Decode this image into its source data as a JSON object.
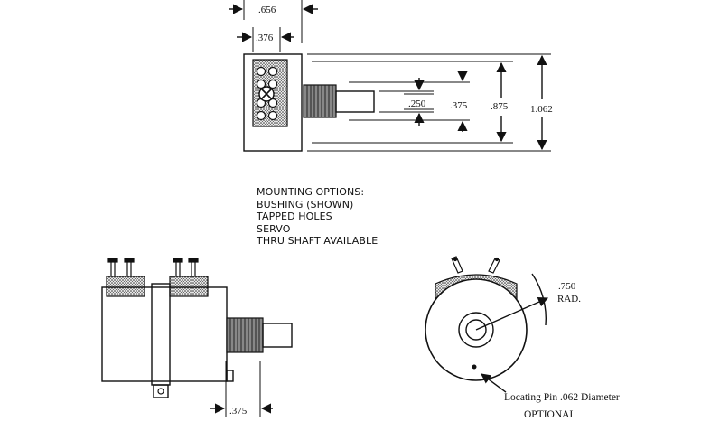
{
  "top_view": {
    "dim_overall_width": ".656",
    "dim_body_width": ".376",
    "dim_shaft_diameter": ".250",
    "dim_bushing_diameter": ".375",
    "dim_flat_height": ".875",
    "dim_overall_height": "1.062"
  },
  "mounting_options": {
    "heading": "MOUNTING OPTIONS:",
    "items": [
      "BUSHING (SHOWN)",
      "TAPPED HOLES",
      "SERVO",
      "THRU SHAFT AVAILABLE"
    ]
  },
  "side_view": {
    "dim_shaft_length": ".375"
  },
  "front_view": {
    "dim_radius": ".750",
    "radius_label": "RAD.",
    "pin_note": "Locating Pin .062 Diameter",
    "pin_optional": "OPTIONAL"
  }
}
